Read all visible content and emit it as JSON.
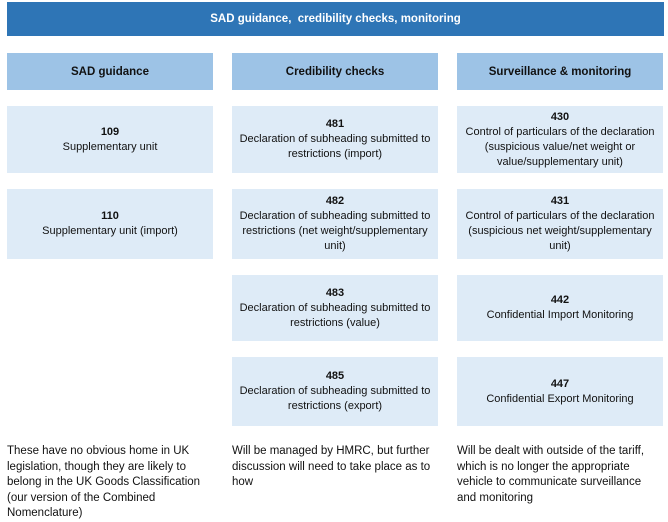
{
  "banner": {
    "title": "SAD guidance,  credibility checks, monitoring"
  },
  "columns": [
    {
      "header": "SAD guidance",
      "cells": [
        {
          "code": "109",
          "text": "Supplementary unit"
        },
        {
          "code": "110",
          "text": "Supplementary unit (import)"
        }
      ],
      "note": "These have no obvious home in UK legislation, though they are likely to belong in the UK Goods Classification (our version of the Combined Nomenclature)"
    },
    {
      "header": "Credibility checks",
      "cells": [
        {
          "code": "481",
          "text": "Declaration of subheading submitted to restrictions (import)"
        },
        {
          "code": "482",
          "text": "Declaration of subheading submitted to restrictions (net weight/supplementary unit)"
        },
        {
          "code": "483",
          "text": "Declaration of subheading submitted to restrictions (value)"
        },
        {
          "code": "485",
          "text": "Declaration of subheading submitted to restrictions (export)"
        }
      ],
      "note": "Will be managed by HMRC, but further discussion will need to take place as to how"
    },
    {
      "header": "Surveillance & monitoring",
      "cells": [
        {
          "code": "430",
          "text": "Control of particulars of the declaration (suspicious value/net weight or value/supplementary unit)"
        },
        {
          "code": "431",
          "text": "Control of particulars of the declaration (suspicious net weight/supplementary unit)"
        },
        {
          "code": "442",
          "text": "Confidential Import Monitoring"
        },
        {
          "code": "447",
          "text": "Confidential Export Monitoring"
        }
      ],
      "note": "Will be dealt with outside of the tariff, which is no longer the appropriate vehicle to communicate surveillance and monitoring"
    }
  ],
  "colors": {
    "banner_blue": "#2E75B6",
    "header_blue": "#9DC3E6",
    "cell_blue": "#DEEBF7",
    "banner_text": "#FFFFFF",
    "body_text": "#111111"
  }
}
